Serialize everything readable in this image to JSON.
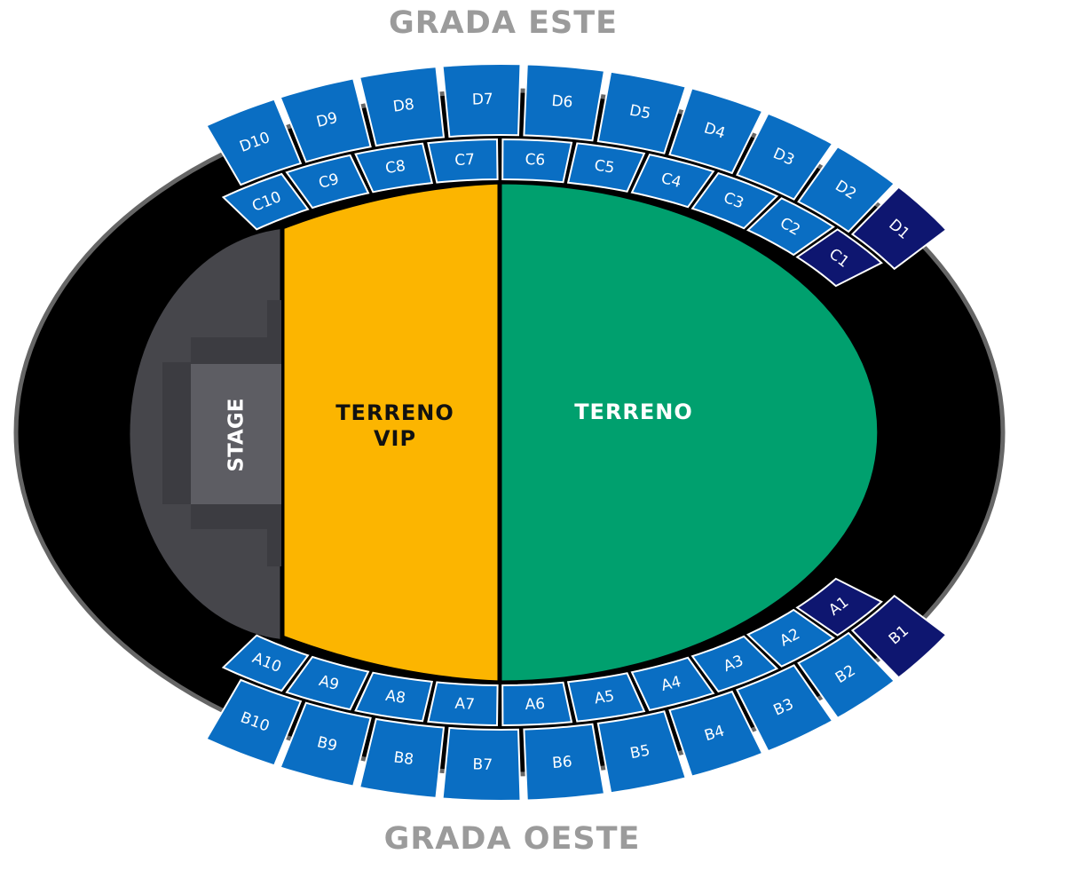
{
  "stands": {
    "east": "GRADA ESTE",
    "west": "GRADA OESTE"
  },
  "stage": {
    "label": "STAGE"
  },
  "floor": {
    "vip_line1": "TERRENO",
    "vip_line2": "VIP",
    "general": "TERRENO"
  },
  "colors": {
    "arena": "#000000",
    "arena_edge": "#666666",
    "stage_area": "#46464b",
    "stage": "#5d5d63",
    "vip": "#fcb500",
    "general": "#00a06e",
    "section": "#0a6ec3",
    "section_premium": "#0e1670",
    "label_vip": "#111111",
    "label_general": "#ffffff"
  },
  "sections": {
    "C": [
      "C1",
      "C2",
      "C3",
      "C4",
      "C5",
      "C6",
      "C7",
      "C8",
      "C9",
      "C10"
    ],
    "D": [
      "D1",
      "D2",
      "D3",
      "D4",
      "D5",
      "D6",
      "D7",
      "D8",
      "D9",
      "D10"
    ],
    "A": [
      "A1",
      "A2",
      "A3",
      "A4",
      "A5",
      "A6",
      "A7",
      "A8",
      "A9",
      "A10"
    ],
    "B": [
      "B1",
      "B2",
      "B3",
      "B4",
      "B5",
      "B6",
      "B7",
      "B8",
      "B9",
      "B10"
    ],
    "premium": [
      "C1",
      "D1",
      "A1",
      "B1"
    ]
  }
}
